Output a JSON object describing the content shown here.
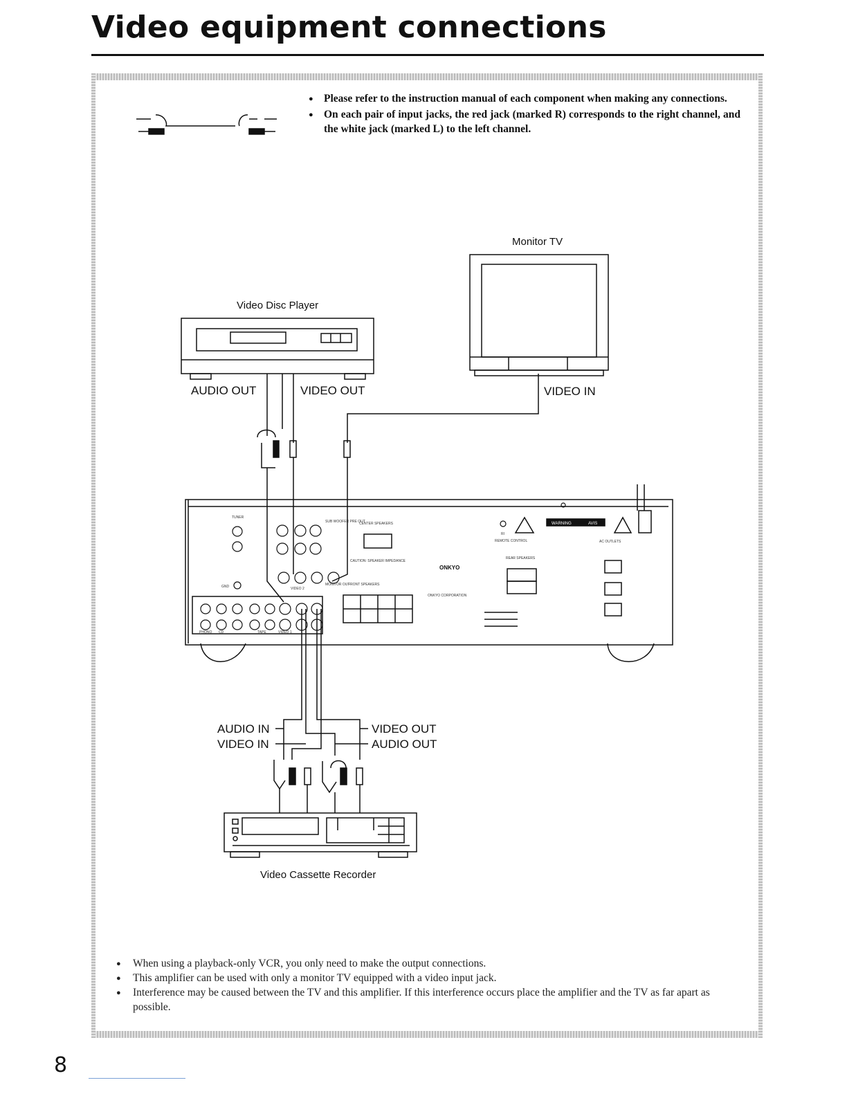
{
  "page": {
    "title": "Video equipment connections",
    "page_number": "8"
  },
  "top_notes": [
    "Please refer to the instruction manual of each component when making any connections.",
    "On each pair of input jacks, the red jack (marked R) corresponds to the right channel, and the white jack (marked L) to the left channel."
  ],
  "diagram": {
    "labels": {
      "video_disc_player": "Video Disc Player",
      "monitor_tv": "Monitor TV",
      "vcr": "Video Cassette Recorder",
      "ldp_audio_out": "AUDIO OUT",
      "ldp_video_out": "VIDEO OUT",
      "tv_video_in": "VIDEO IN",
      "vcr_audio_in": "AUDIO IN",
      "vcr_video_in": "VIDEO IN",
      "vcr_video_out": "VIDEO OUT",
      "vcr_audio_out": "AUDIO OUT"
    },
    "amp_panel": {
      "brand": "ONKYO",
      "warning": "WARNING",
      "avis": "AVIS",
      "center_speakers": "CENTER SPEAKERS",
      "front_speakers": "FRONT SPEAKERS",
      "rear_speakers": "REAR SPEAKERS",
      "remote_control": "REMOTE CONTROL",
      "ac_outlets": "AC OUTLETS",
      "caution": "CAUTION: SPEAKER IMPEDANCE",
      "tuner": "TUNER",
      "gnd": "GND",
      "phono": "PHONO",
      "cd": "CD",
      "tape": "TAPE",
      "video1": "VIDEO 1",
      "video2": "VIDEO 2",
      "monitor_out": "MONITOR OUT",
      "sub_woofer": "SUB WOOFER PRE OUT",
      "ri": "RI",
      "corporation": "ONKYO CORPORATION"
    }
  },
  "bottom_notes": [
    "When using a playback-only VCR, you only need to make the output connections.",
    "This amplifier can be used with only a monitor TV equipped with a video input jack.",
    "Interference may be caused between the TV and this amplifier. If this interference occurs place the amplifier and the TV as far apart as possible."
  ]
}
